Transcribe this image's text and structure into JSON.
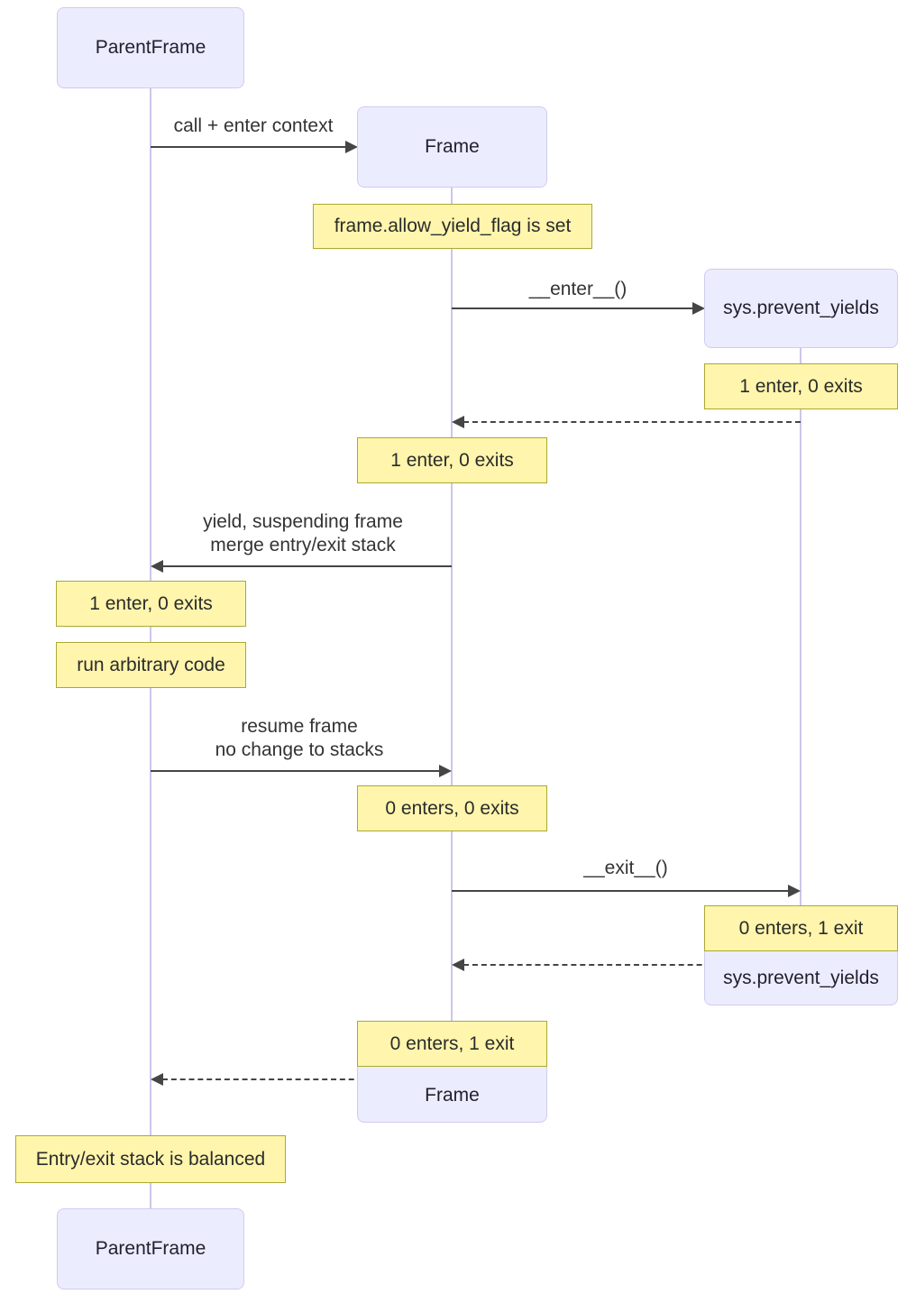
{
  "diagram_type": "sequence-diagram",
  "colors": {
    "actor_fill": "#ececff",
    "actor_border": "#cfcbf0",
    "note_fill": "#fff5ad",
    "note_border": "#aaaa33",
    "lifeline": "#cbc7ea",
    "arrow": "#454545",
    "text": "#333333"
  },
  "actors": {
    "parent": {
      "label": "ParentFrame"
    },
    "frame": {
      "label": "Frame"
    },
    "sys": {
      "label": "sys.prevent_yields"
    }
  },
  "messages": {
    "call_enter": {
      "label": "call + enter context",
      "style": "solid",
      "from": "ParentFrame",
      "to": "Frame"
    },
    "enter": {
      "label": "__enter__()",
      "style": "solid",
      "from": "Frame",
      "to": "sys.prevent_yields"
    },
    "enter_return": {
      "label": "",
      "style": "dashed",
      "from": "sys.prevent_yields",
      "to": "Frame"
    },
    "yield": {
      "label": "yield, suspending frame\nmerge entry/exit stack",
      "style": "solid",
      "from": "Frame",
      "to": "ParentFrame"
    },
    "resume": {
      "label": "resume frame\nno change to stacks",
      "style": "solid",
      "from": "ParentFrame",
      "to": "Frame"
    },
    "exit": {
      "label": "__exit__()",
      "style": "solid",
      "from": "Frame",
      "to": "sys.prevent_yields"
    },
    "exit_return": {
      "label": "",
      "style": "dashed",
      "from": "sys.prevent_yields",
      "to": "Frame"
    },
    "final_return": {
      "label": "",
      "style": "dashed",
      "from": "Frame",
      "to": "ParentFrame"
    }
  },
  "notes": {
    "allow_yield_flag": "frame.allow_yield_flag is set",
    "sys_after_enter": "1 enter, 0 exits",
    "frame_after_enter": "1 enter, 0 exits",
    "parent_after_yield": "1 enter, 0 exits",
    "run_arbitrary_code": "run arbitrary code",
    "frame_after_resume": "0 enters, 0 exits",
    "sys_after_exit": "0 enters, 1 exit",
    "frame_after_exit": "0 enters, 1 exit",
    "balanced": "Entry/exit stack is balanced"
  }
}
